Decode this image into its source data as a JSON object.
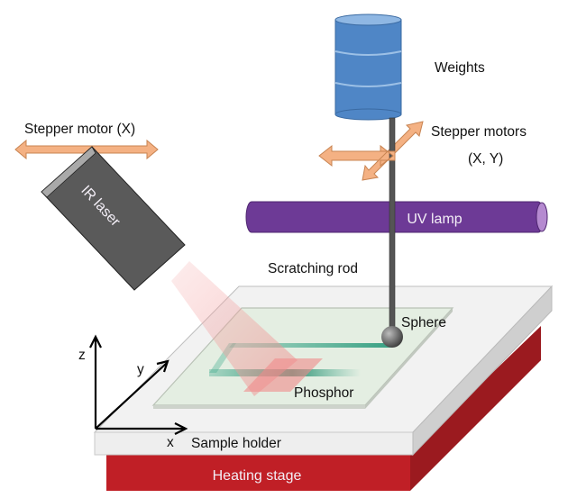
{
  "diagram": {
    "labels": {
      "weights": "Weights",
      "stepper_motors": "Stepper motors",
      "stepper_motors_axes": "(X, Y)",
      "stepper_motor_x": "Stepper motor (X)",
      "ir_laser": "IR laser",
      "uv_lamp": "UV lamp",
      "scratching_rod": "Scratching rod",
      "sphere": "Sphere",
      "phosphor": "Phosphor",
      "sample_holder": "Sample holder",
      "heating_stage": "Heating stage",
      "axis_x": "x",
      "axis_y": "y",
      "axis_z": "z"
    },
    "colors": {
      "weights": "#4f86c6",
      "uv_lamp": "#6d3a96",
      "arrows": "#f4b183",
      "laser_body": "#5a5a5a",
      "heating_stage": "#c01f26",
      "sample_holder": "#f2f2f2",
      "phosphor": "#e4eee2",
      "scratch_trace": "#3aa88a",
      "laser_beam": "#f4a6a6"
    }
  }
}
